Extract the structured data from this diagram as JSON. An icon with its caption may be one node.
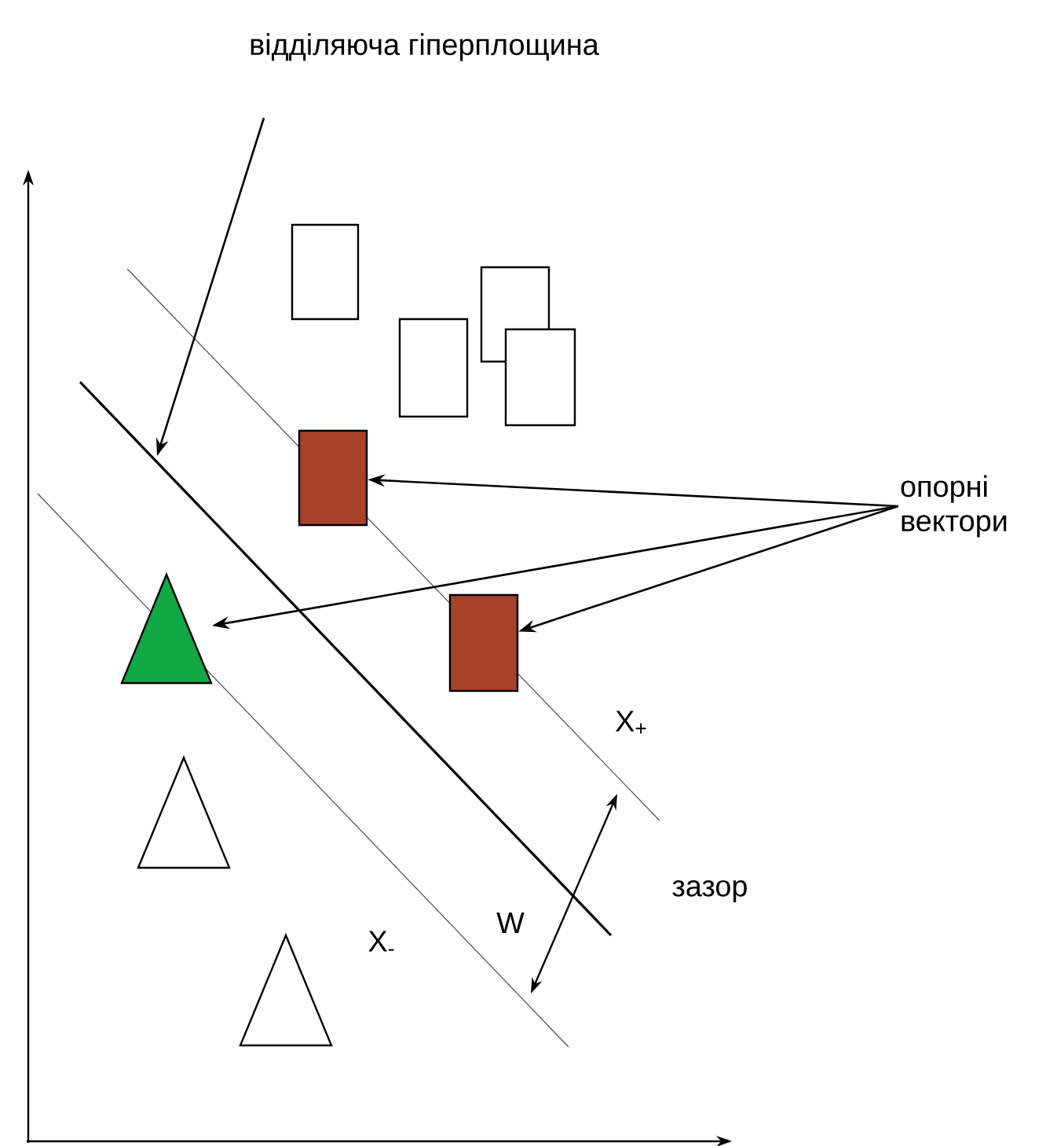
{
  "diagram": {
    "nodes": [
      {
        "text": [
          "відділяюча гіперплощина"
        ]
      },
      {
        "text": [
          "опорні вектори"
        ]
      },
      {
        "text": [],
        "shape": "box"
      },
      {
        "text": [],
        "shape": "box"
      },
      {
        "text": [],
        "shape": "triangle"
      },
      {
        "text": [],
        "shape": "box"
      },
      {
        "text": [],
        "shape": "box"
      },
      {
        "text": [],
        "shape": "box"
      },
      {
        "text": [],
        "shape": "box"
      },
      {
        "text": [],
        "shape": "triangle"
      },
      {
        "text": [],
        "shape": "triangle"
      }
    ],
    "edges": [
      {
        "from": 0,
        "to": null,
        "arrow": "to"
      },
      {
        "from": 1,
        "to": 2,
        "arrow": "to"
      },
      {
        "from": 1,
        "to": 4,
        "arrow": "to"
      },
      {
        "from": 1,
        "to": 3,
        "arrow": "to"
      }
    ],
    "labels": [
      "X$_{+}$",
      "зазор",
      "W",
      "X$_{-}$"
    ]
  }
}
